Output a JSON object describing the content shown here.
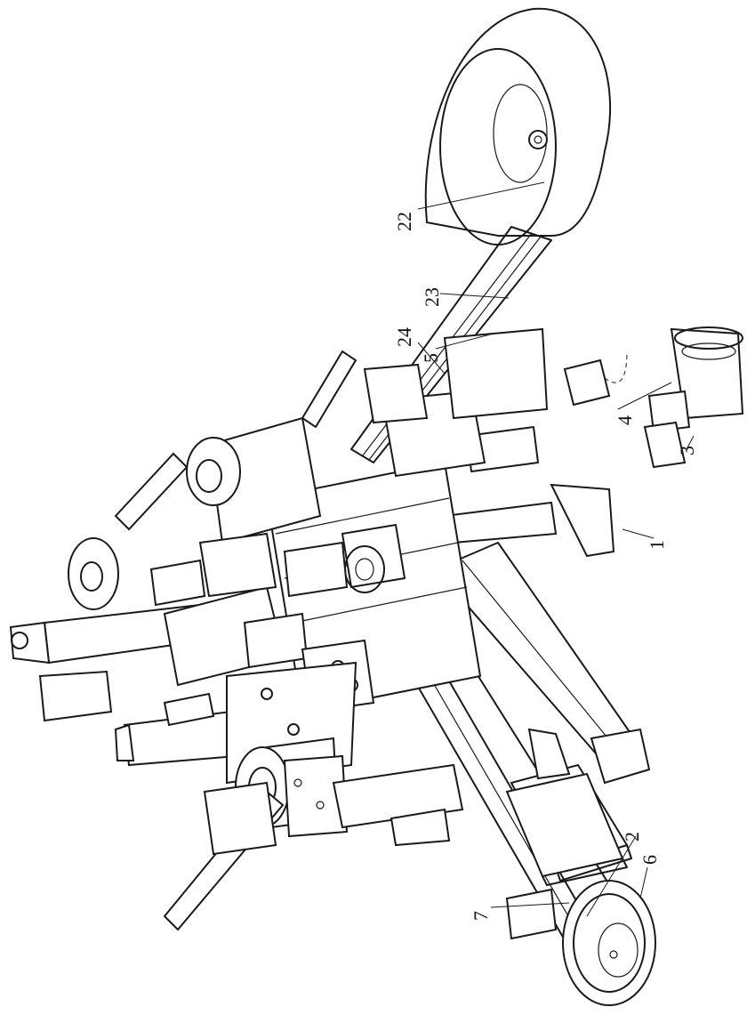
{
  "labels": {
    "l1": "1",
    "l2": "2",
    "l3": "3",
    "l4": "4",
    "l5": "5",
    "l6": "6",
    "l7": "7",
    "l22": "22",
    "l23": "23",
    "l24": "24"
  }
}
